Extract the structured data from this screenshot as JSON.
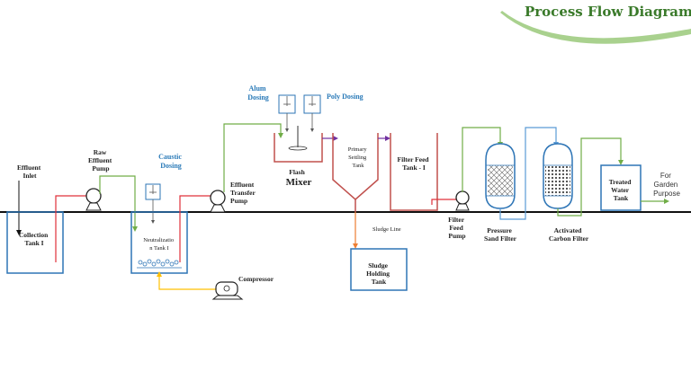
{
  "title": "Process Flow Diagram",
  "labels": {
    "effluent_inlet": [
      "Effluent",
      "Inlet"
    ],
    "collection_tank": [
      "Collection",
      "Tank I"
    ],
    "raw_pump": [
      "Raw",
      "Effluent",
      "Pump"
    ],
    "caustic_dosing": [
      "Caustic",
      "Dosing"
    ],
    "neutralization_tank": [
      "Neutralizatio",
      "n Tank I"
    ],
    "compressor": "Compressor",
    "effluent_transfer_pump": [
      "Effluent",
      "Transfer",
      "Pump"
    ],
    "alum_dosing": [
      "Alum",
      "Dosing"
    ],
    "poly_dosing": "Poly Dosing",
    "flash_mixer": [
      "Flash",
      "Mixer"
    ],
    "primary_settling_tank": [
      "Primary",
      "Settling",
      "Tank"
    ],
    "sludge_line": "Sludge Line",
    "sludge_holding_tank": [
      "Sludge",
      "Holding",
      "Tank"
    ],
    "filter_feed_tank": [
      "Filter Feed",
      "Tank - I"
    ],
    "filter_feed_pump": [
      "Filter",
      "Feed",
      "Pump"
    ],
    "pressure_sand_filter": [
      "Pressure",
      "Sand Filter"
    ],
    "activated_carbon_filter": [
      "Activated",
      "Carbon Filter"
    ],
    "treated_water_tank": [
      "Treated",
      "Water",
      "Tank"
    ],
    "garden_purpose": [
      "For",
      "Garden",
      "Purpose"
    ]
  },
  "colors": {
    "title": "#3a7a2a",
    "swoosh": "#a9d18e",
    "tank_border": "#2e75b6",
    "green_line": "#70ad47",
    "red_line": "#e0303a",
    "purple_line": "#7030a0",
    "orange_line": "#ed7d31",
    "yellow_line": "#ffc000",
    "blue_line": "#5b9bd5",
    "pipe_brown": "#c0504d"
  }
}
